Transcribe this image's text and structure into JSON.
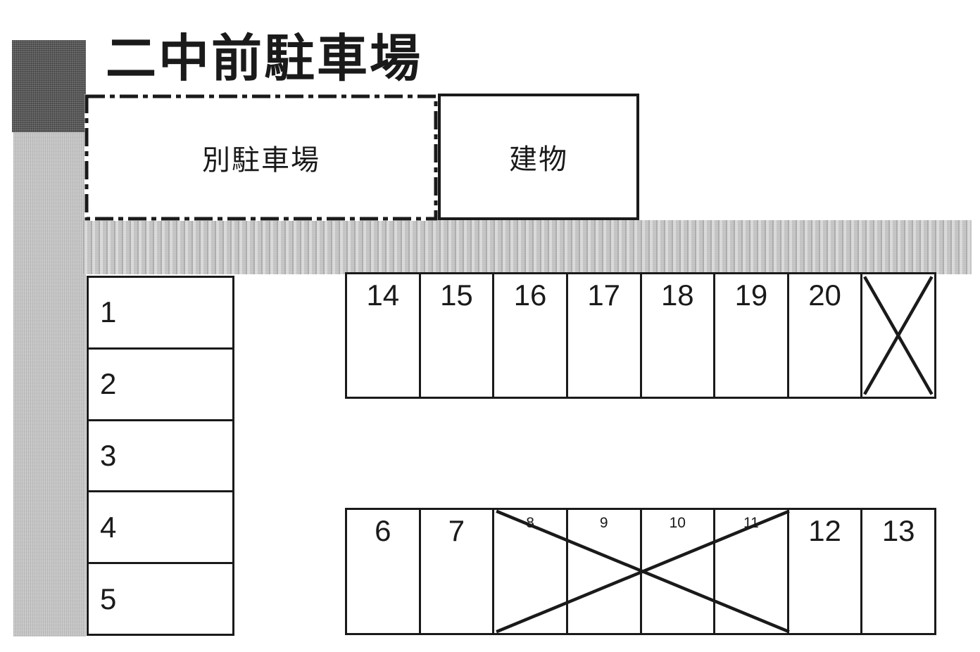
{
  "title": "二中前駐車場",
  "labels": {
    "separate_lot": "別駐車場",
    "building": "建物"
  },
  "colors": {
    "ink": "#1a1a1a",
    "paper": "#ffffff",
    "road": "#cdcdcd",
    "strip": "#bfbfbf",
    "block": "#595959"
  },
  "spaces": {
    "left_column": [
      {
        "label": "1",
        "crossed": false
      },
      {
        "label": "2",
        "crossed": false
      },
      {
        "label": "3",
        "crossed": false
      },
      {
        "label": "4",
        "crossed": false
      },
      {
        "label": "5",
        "crossed": false
      }
    ],
    "top_row": [
      {
        "label": "14",
        "crossed": false
      },
      {
        "label": "15",
        "crossed": false
      },
      {
        "label": "16",
        "crossed": false
      },
      {
        "label": "17",
        "crossed": false
      },
      {
        "label": "18",
        "crossed": false
      },
      {
        "label": "19",
        "crossed": false
      },
      {
        "label": "20",
        "crossed": false
      },
      {
        "label": "",
        "crossed": true
      }
    ],
    "bottom_row": [
      {
        "label": "6",
        "crossed": false
      },
      {
        "label": "7",
        "crossed": false
      },
      {
        "label": "8",
        "crossed": true
      },
      {
        "label": "9",
        "crossed": true
      },
      {
        "label": "10",
        "crossed": true
      },
      {
        "label": "11",
        "crossed": true
      },
      {
        "label": "12",
        "crossed": false
      },
      {
        "label": "13",
        "crossed": false
      }
    ]
  }
}
